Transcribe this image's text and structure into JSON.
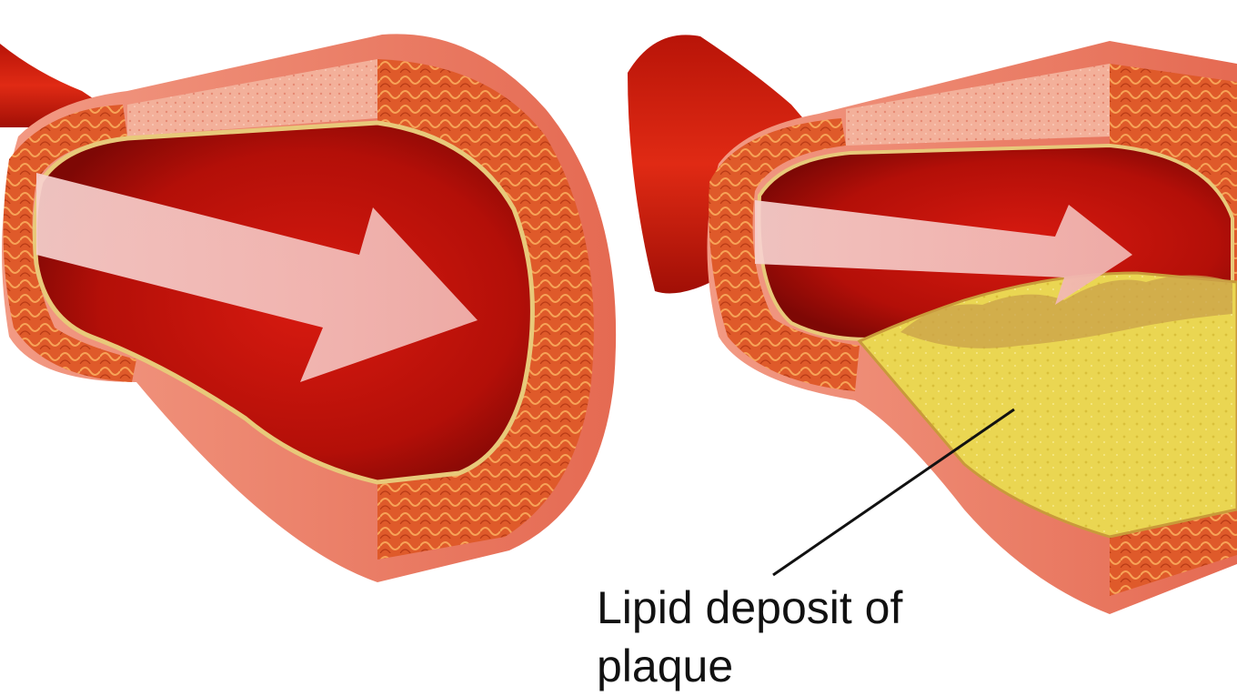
{
  "callout": {
    "line1": "Lipid deposit of",
    "line2": "plaque"
  },
  "colors": {
    "vessel_outer": "#e8705e",
    "vessel_wall": "#f08a6a",
    "muscle_mesh": "#d9501f",
    "lumen_blood": "#c8140c",
    "lumen_dark": "#8e0a06",
    "flow_arrow": "#f2b8b4",
    "plaque_yellow": "#e8d64a",
    "plaque_edge": "#c99a3a",
    "leader_line": "#111111"
  },
  "icons": {
    "healthy_artery": "healthy-artery-cross-section",
    "narrowed_artery": "plaque-narrowed-artery-cross-section"
  }
}
